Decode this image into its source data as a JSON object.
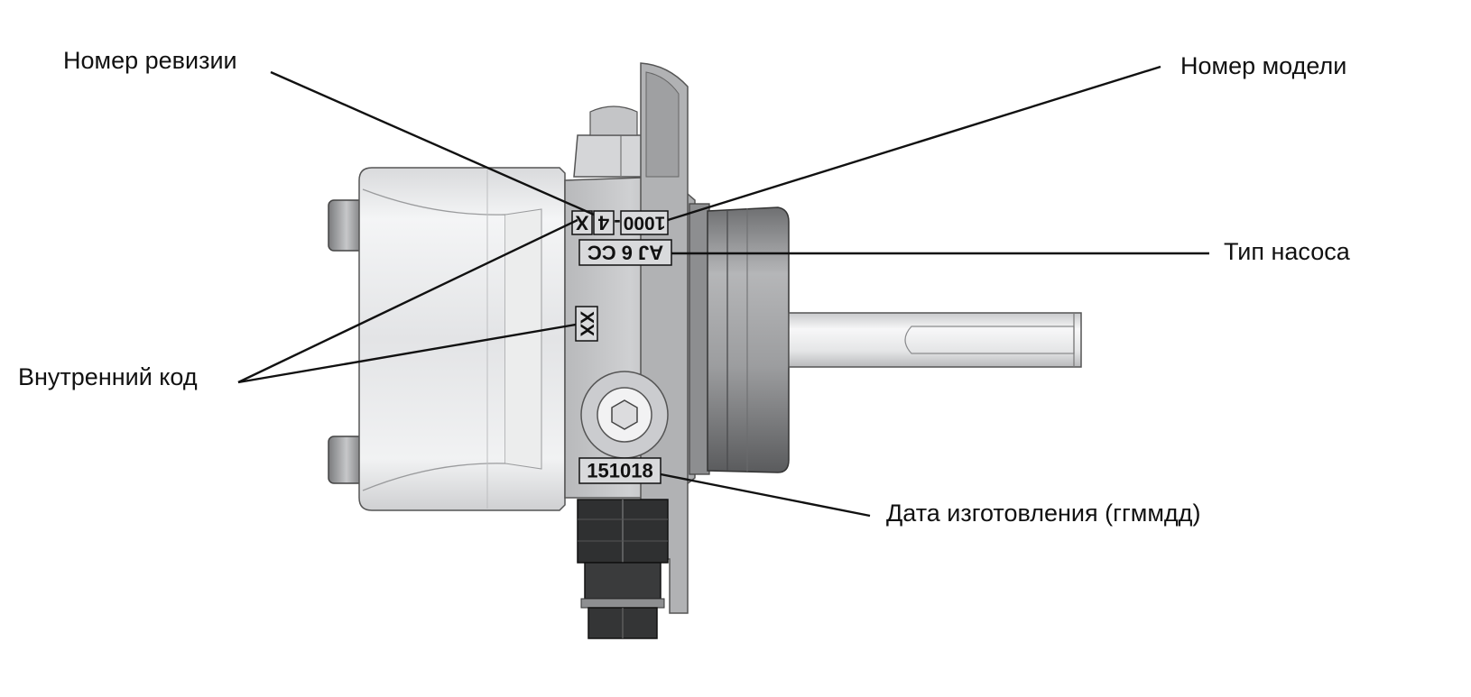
{
  "callouts": {
    "revision_number": "Номер ревизии",
    "model_number": "Номер модели",
    "pump_type": "Тип насоса",
    "internal_code": "Внутренний код",
    "manufacture_date": "Дата изготовления (ггммдд)"
  },
  "markings": {
    "model": "1000",
    "dash": "-",
    "revision": "4",
    "internal_x": "X",
    "pump_type": "AJ 6 CC",
    "internal_xx": "XX",
    "date": "151018"
  },
  "colors": {
    "line": "#111111",
    "body": "#bfc0c2",
    "body_light": "#e8e9eb",
    "dark_metal": "#5e5f61",
    "connector": "#2a2b2c"
  }
}
